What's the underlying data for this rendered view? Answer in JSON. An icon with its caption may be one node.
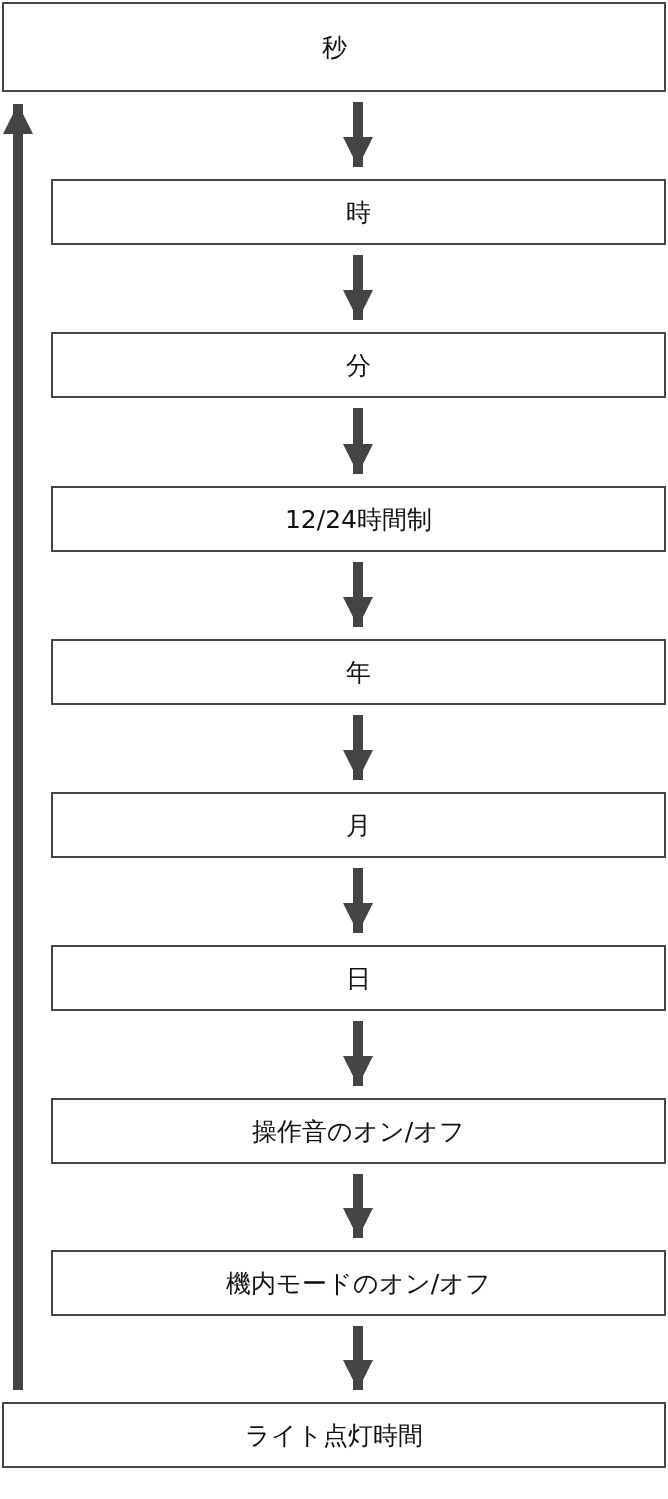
{
  "diagram": {
    "nodes": [
      {
        "text": [
          "秒"
        ]
      },
      {
        "text": [
          "時"
        ]
      },
      {
        "text": [
          "分"
        ]
      },
      {
        "text": [
          "12/24時間制"
        ]
      },
      {
        "text": [
          "年"
        ]
      },
      {
        "text": [
          "月"
        ]
      },
      {
        "text": [
          "日"
        ]
      },
      {
        "text": [
          "操作音のオン/オフ"
        ]
      },
      {
        "text": [
          "機内モードのオン/オフ"
        ]
      },
      {
        "text": [
          "ライト点灯時間"
        ]
      }
    ],
    "edges": [
      {
        "from": 0,
        "to": 1,
        "arrow": "to"
      },
      {
        "from": 1,
        "to": 2,
        "arrow": "to"
      },
      {
        "from": 2,
        "to": 3,
        "arrow": "to"
      },
      {
        "from": 3,
        "to": 4,
        "arrow": "to"
      },
      {
        "from": 4,
        "to": 5,
        "arrow": "to"
      },
      {
        "from": 5,
        "to": 6,
        "arrow": "to"
      },
      {
        "from": 6,
        "to": 7,
        "arrow": "to"
      },
      {
        "from": 7,
        "to": 8,
        "arrow": "to"
      },
      {
        "from": 8,
        "to": 9,
        "arrow": "to"
      },
      {
        "from": 9,
        "to": 0,
        "arrow": "to"
      }
    ]
  }
}
